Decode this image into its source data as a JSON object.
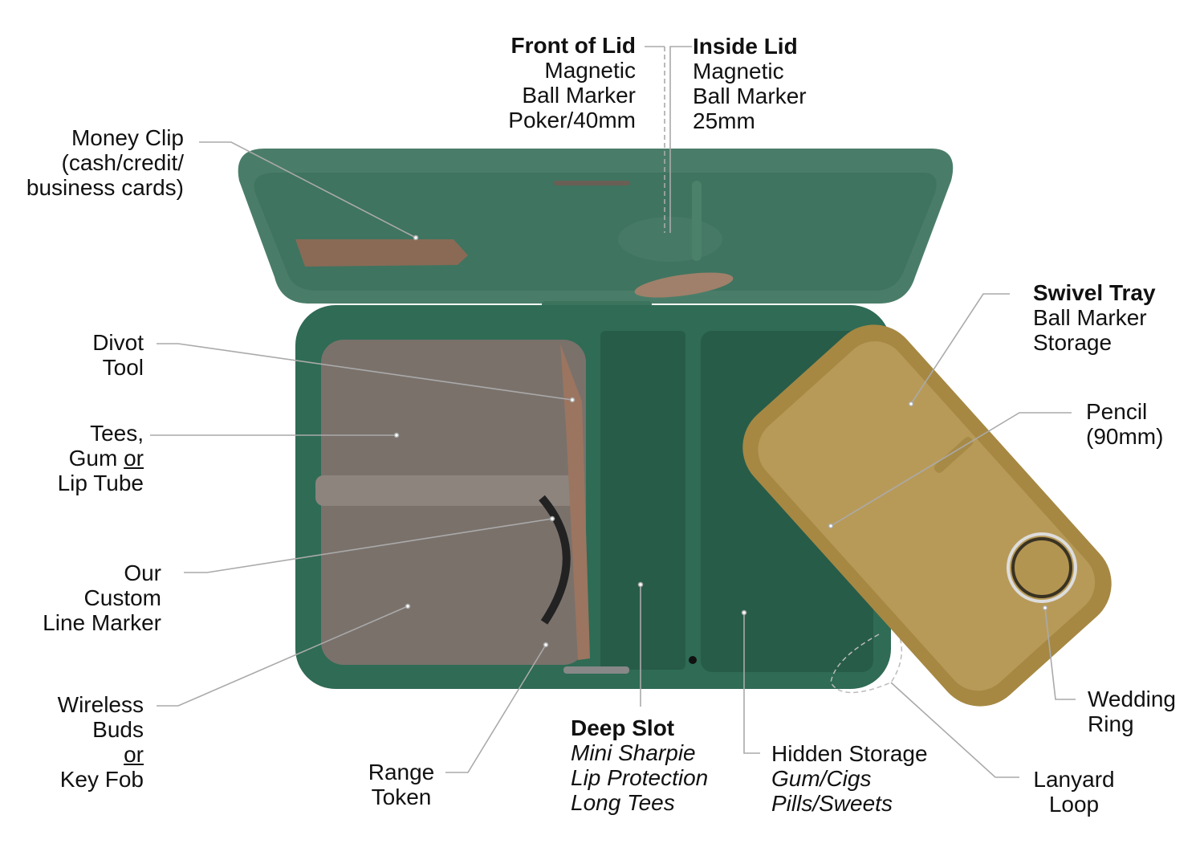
{
  "colors": {
    "body_green": "#2f6b55",
    "lid_green": "#4a7d69",
    "liner_gray": "#7a716b",
    "tray_gold": "#b39552",
    "leader": "#aaaaaa"
  },
  "labels": {
    "money_clip": [
      "Money Clip",
      "(cash/credit/",
      "business cards)"
    ],
    "front_of_lid": {
      "title": "Front of Lid",
      "lines": [
        "Magnetic",
        "Ball Marker",
        "Poker/40mm"
      ]
    },
    "inside_lid": {
      "title": "Inside Lid",
      "lines": [
        "Magnetic",
        "Ball Marker",
        "25mm"
      ]
    },
    "divot_tool": [
      "Divot",
      "Tool"
    ],
    "tees": {
      "line1": "Tees,",
      "line2_a": "Gum ",
      "line2_or": "or",
      "line3": "Lip Tube"
    },
    "line_marker": [
      "Our",
      "Custom",
      "Line Marker"
    ],
    "wireless": {
      "line1": "Wireless",
      "line2": "Buds",
      "or": "or",
      "line4": "Key Fob"
    },
    "range_token": [
      "Range",
      "Token"
    ],
    "deep_slot": {
      "title": "Deep Slot",
      "lines": [
        "Mini Sharpie",
        "Lip Protection",
        "Long Tees"
      ]
    },
    "hidden_storage": {
      "title": "Hidden Storage",
      "lines": [
        "Gum/Cigs",
        "Pills/Sweets"
      ]
    },
    "swivel_tray": {
      "title": "Swivel Tray",
      "lines": [
        "Ball Marker",
        "Storage"
      ]
    },
    "pencil": [
      "Pencil",
      "(90mm)"
    ],
    "wedding_ring": [
      "Wedding",
      "Ring"
    ],
    "lanyard_loop": [
      "Lanyard",
      "Loop"
    ]
  }
}
